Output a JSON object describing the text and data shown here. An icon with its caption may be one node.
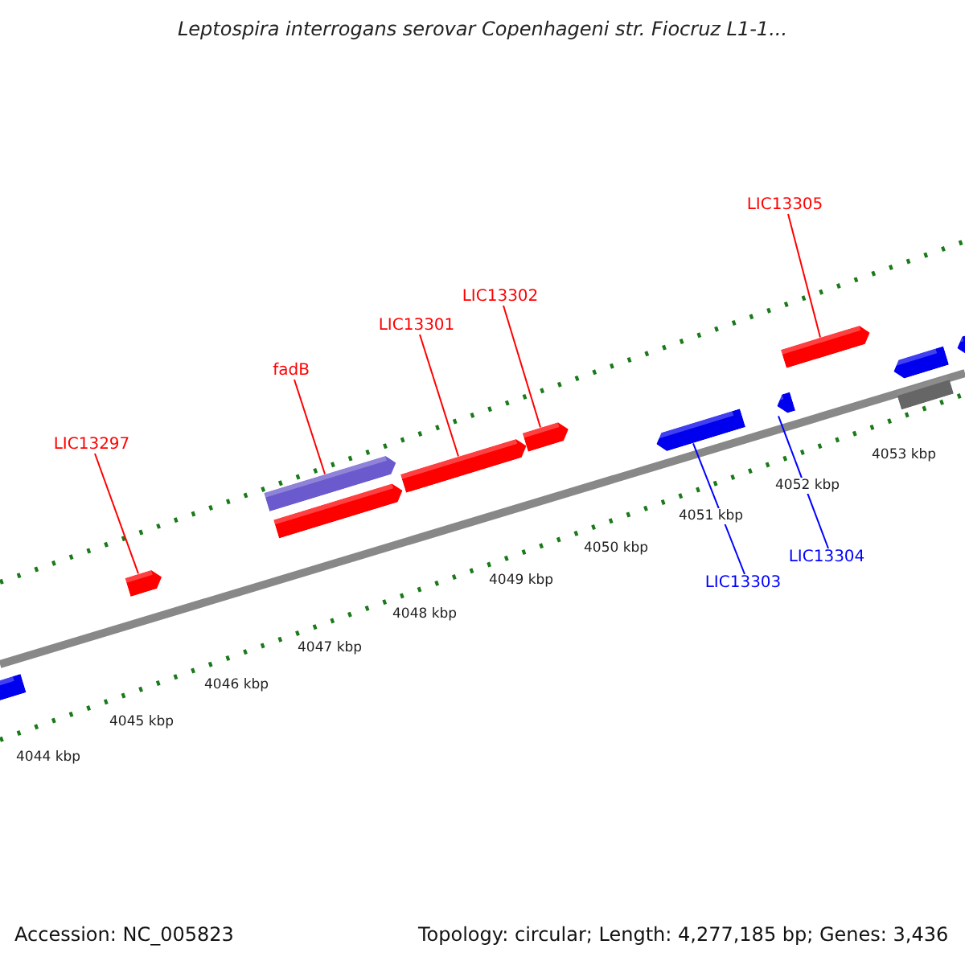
{
  "diagram": {
    "title": "Leptospira interrogans serovar Copenhageni str. Fiocruz L1-1...",
    "nodes": [
      {
        "text": [
          "LIC13305"
        ]
      },
      {
        "text": [
          "LIC13302"
        ]
      },
      {
        "text": [
          "LIC13301"
        ]
      },
      {
        "text": [
          "fadB"
        ]
      },
      {
        "text": [
          "LIC13297"
        ]
      },
      {
        "text": [
          "LIC13304"
        ]
      },
      {
        "text": [
          "LIC13303"
        ]
      },
      {
        "text": [],
        "shape": "arrow"
      },
      {
        "text": [],
        "shape": "arrow"
      },
      {
        "text": [],
        "shape": "arrow"
      },
      {
        "text": [],
        "shape": "arrow"
      },
      {
        "text": [],
        "shape": "arrow"
      },
      {
        "text": [],
        "shape": "arrow"
      },
      {
        "text": [],
        "shape": "arrow"
      },
      {
        "text": [],
        "shape": "arrow"
      },
      {
        "text": [],
        "shape": "arrow"
      },
      {
        "text": [],
        "shape": "arrow"
      },
      {
        "text": [],
        "shape": "bar"
      },
      {
        "text": [],
        "shape": "arrow"
      }
    ],
    "edges": [
      {
        "from": 4,
        "to": 8,
        "arrow": "none"
      },
      {
        "from": 3,
        "to": 9,
        "arrow": "none"
      },
      {
        "from": 2,
        "to": 11,
        "arrow": "none"
      },
      {
        "from": 1,
        "to": 12,
        "arrow": "none"
      },
      {
        "from": 0,
        "to": 15,
        "arrow": "none"
      },
      {
        "from": 6,
        "to": 13,
        "arrow": "none",
        "color": "#0000ff"
      },
      {
        "from": 5,
        "to": 14,
        "arrow": "none",
        "color": "#0000ff"
      }
    ],
    "labels": [
      "4053 kbp",
      "4052 kbp",
      "4051 kbp",
      "4050 kbp",
      "4049 kbp",
      "4048 kbp",
      "4047 kbp",
      "4046 kbp",
      "4045 kbp",
      "4044 kbp",
      "Accession: NC_005823",
      "Topology: circular; Length: 4,277,185 bp; Genes: 3,436"
    ]
  }
}
